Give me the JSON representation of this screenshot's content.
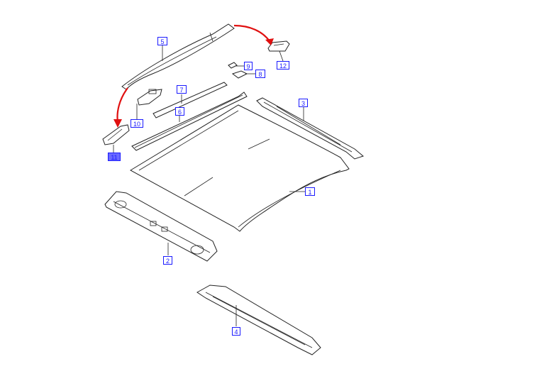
{
  "callouts": [
    {
      "id": "1",
      "label": "1"
    },
    {
      "id": "2",
      "label": "2"
    },
    {
      "id": "3",
      "label": "3"
    },
    {
      "id": "4",
      "label": "4"
    },
    {
      "id": "5",
      "label": "5"
    },
    {
      "id": "6",
      "label": "6"
    },
    {
      "id": "7",
      "label": "7"
    },
    {
      "id": "8",
      "label": "8"
    },
    {
      "id": "9",
      "label": "9"
    },
    {
      "id": "10",
      "label": "10"
    },
    {
      "id": "11",
      "label": "11",
      "selected": true
    },
    {
      "id": "12",
      "label": "12"
    }
  ],
  "colors": {
    "callout_border": "#1a1aff",
    "callout_selected_fill": "#6a6aff",
    "arrow": "#e01010",
    "line": "#222222"
  }
}
